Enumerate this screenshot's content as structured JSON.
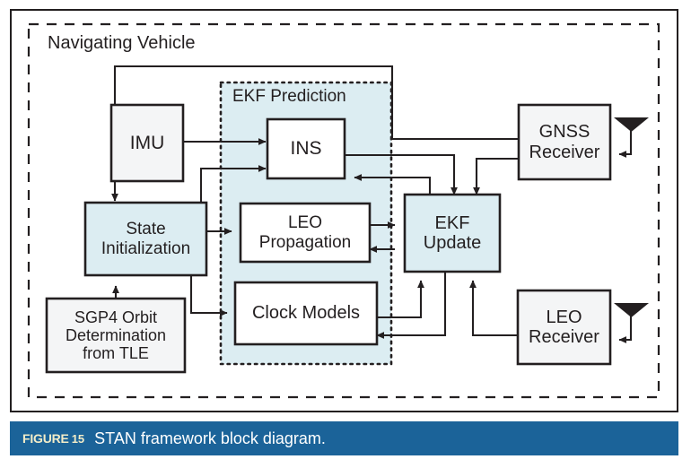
{
  "figure": {
    "caption_tag": "FIGURE",
    "caption_number": "15",
    "caption_text": "STAN framework block diagram."
  },
  "colors": {
    "caption_bar": "#1b6399",
    "caption_tag_text": "#f2ecc8",
    "caption_body_text": "#ffffff",
    "stroke": "#231f20",
    "fill_blue": "#dcedf2",
    "fill_gray": "#f4f5f6",
    "fill_white": "#ffffff"
  },
  "diagram": {
    "outer_region": {
      "label": "Navigating Vehicle",
      "border_style": "dashed"
    },
    "prediction_region": {
      "label": "EKF Prediction",
      "border_style": "dotted",
      "fill": "#dcedf2"
    },
    "blocks": [
      {
        "id": "imu",
        "label": "IMU",
        "fill": "#f4f5f6"
      },
      {
        "id": "ins",
        "label": "INS",
        "fill": "#ffffff"
      },
      {
        "id": "state-initialization",
        "label": "State\nInitialization",
        "line1": "State",
        "line2": "Initialization",
        "fill": "#dcedf2"
      },
      {
        "id": "leo-propagation",
        "label": "LEO\nPropagation",
        "line1": "LEO",
        "line2": "Propagation",
        "fill": "#ffffff"
      },
      {
        "id": "clock-models",
        "label": "Clock Models",
        "fill": "#ffffff"
      },
      {
        "id": "ekf-update",
        "label": "EKF\nUpdate",
        "line1": "EKF",
        "line2": "Update",
        "fill": "#dcedf2"
      },
      {
        "id": "sgp4-orbit-determination",
        "label": "SGP4 Orbit\nDetermination\nfrom TLE",
        "line1": "SGP4 Orbit",
        "line2": "Determination",
        "line3": "from TLE",
        "fill": "#f4f5f6"
      },
      {
        "id": "gnss-receiver",
        "label": "GNSS\nReceiver",
        "line1": "GNSS",
        "line2": "Receiver",
        "fill": "#f4f5f6"
      },
      {
        "id": "leo-receiver",
        "label": "LEO\nReceiver",
        "line1": "LEO",
        "line2": "Receiver",
        "fill": "#f4f5f6"
      }
    ],
    "antennas": [
      {
        "id": "gnss-antenna",
        "attached_to": "gnss-receiver"
      },
      {
        "id": "leo-antenna",
        "attached_to": "leo-receiver"
      }
    ]
  }
}
